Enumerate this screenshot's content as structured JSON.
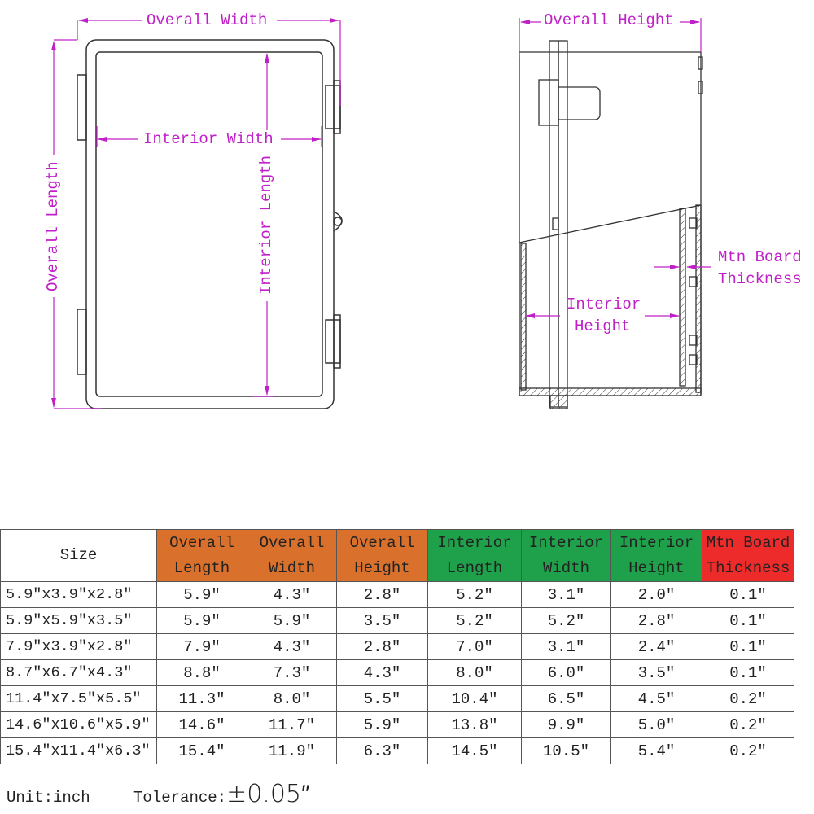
{
  "diagram": {
    "top_view": {
      "overall_width_label": "Overall Width",
      "overall_length_label": "Overall Length",
      "interior_width_label": "Interior Width",
      "interior_length_label": "Interior Length"
    },
    "side_view": {
      "overall_height_label": "Overall Height",
      "interior_height_label_line1": "Interior",
      "interior_height_label_line2": "Height",
      "mtn_board_label_line1": "Mtn Board",
      "mtn_board_label_line2": "Thickness"
    },
    "colors": {
      "dimension_line": "#c020c8",
      "outline": "#333333"
    }
  },
  "table": {
    "headers": [
      {
        "line1": "Size",
        "line2": "",
        "group": "plain"
      },
      {
        "line1": "Overall",
        "line2": "Length",
        "group": "orange"
      },
      {
        "line1": "Overall",
        "line2": "Width",
        "group": "orange"
      },
      {
        "line1": "Overall",
        "line2": "Height",
        "group": "orange"
      },
      {
        "line1": "Interior",
        "line2": "Length",
        "group": "green"
      },
      {
        "line1": "Interior",
        "line2": "Width",
        "group": "green"
      },
      {
        "line1": "Interior",
        "line2": "Height",
        "group": "green"
      },
      {
        "line1": "Mtn Board",
        "line2": "Thickness",
        "group": "red"
      }
    ],
    "header_colors": {
      "orange": "#d9712c",
      "green": "#1fa04a",
      "red": "#ee2b2b"
    },
    "rows": [
      [
        "5.9″x3.9″x2.8″",
        "5.9″",
        "4.3″",
        "2.8″",
        "5.2″",
        "3.1″",
        "2.0″",
        "0.1″"
      ],
      [
        "5.9″x5.9″x3.5″",
        "5.9″",
        "5.9″",
        "3.5″",
        "5.2″",
        "5.2″",
        "2.8″",
        "0.1″"
      ],
      [
        "7.9″x3.9″x2.8″",
        "7.9″",
        "4.3″",
        "2.8″",
        "7.0″",
        "3.1″",
        "2.4″",
        "0.1″"
      ],
      [
        "8.7″x6.7″x4.3″",
        "8.8″",
        "7.3″",
        "4.3″",
        "8.0″",
        "6.0″",
        "3.5″",
        "0.1″"
      ],
      [
        "11.4″x7.5″x5.5″",
        "11.3″",
        "8.0″",
        "5.5″",
        "10.4″",
        "6.5″",
        "4.5″",
        "0.2″"
      ],
      [
        "14.6″x10.6″x5.9″",
        "14.6″",
        "11.7″",
        "5.9″",
        "13.8″",
        "9.9″",
        "5.0″",
        "0.2″"
      ],
      [
        "15.4″x11.4″x6.3″",
        "15.4″",
        "11.9″",
        "6.3″",
        "14.5″",
        "10.5″",
        "5.4″",
        "0.2″"
      ]
    ]
  },
  "footer": {
    "unit": "Unit:inch",
    "tolerance_label": "Tolerance:",
    "tolerance_value": "±0.05″"
  }
}
